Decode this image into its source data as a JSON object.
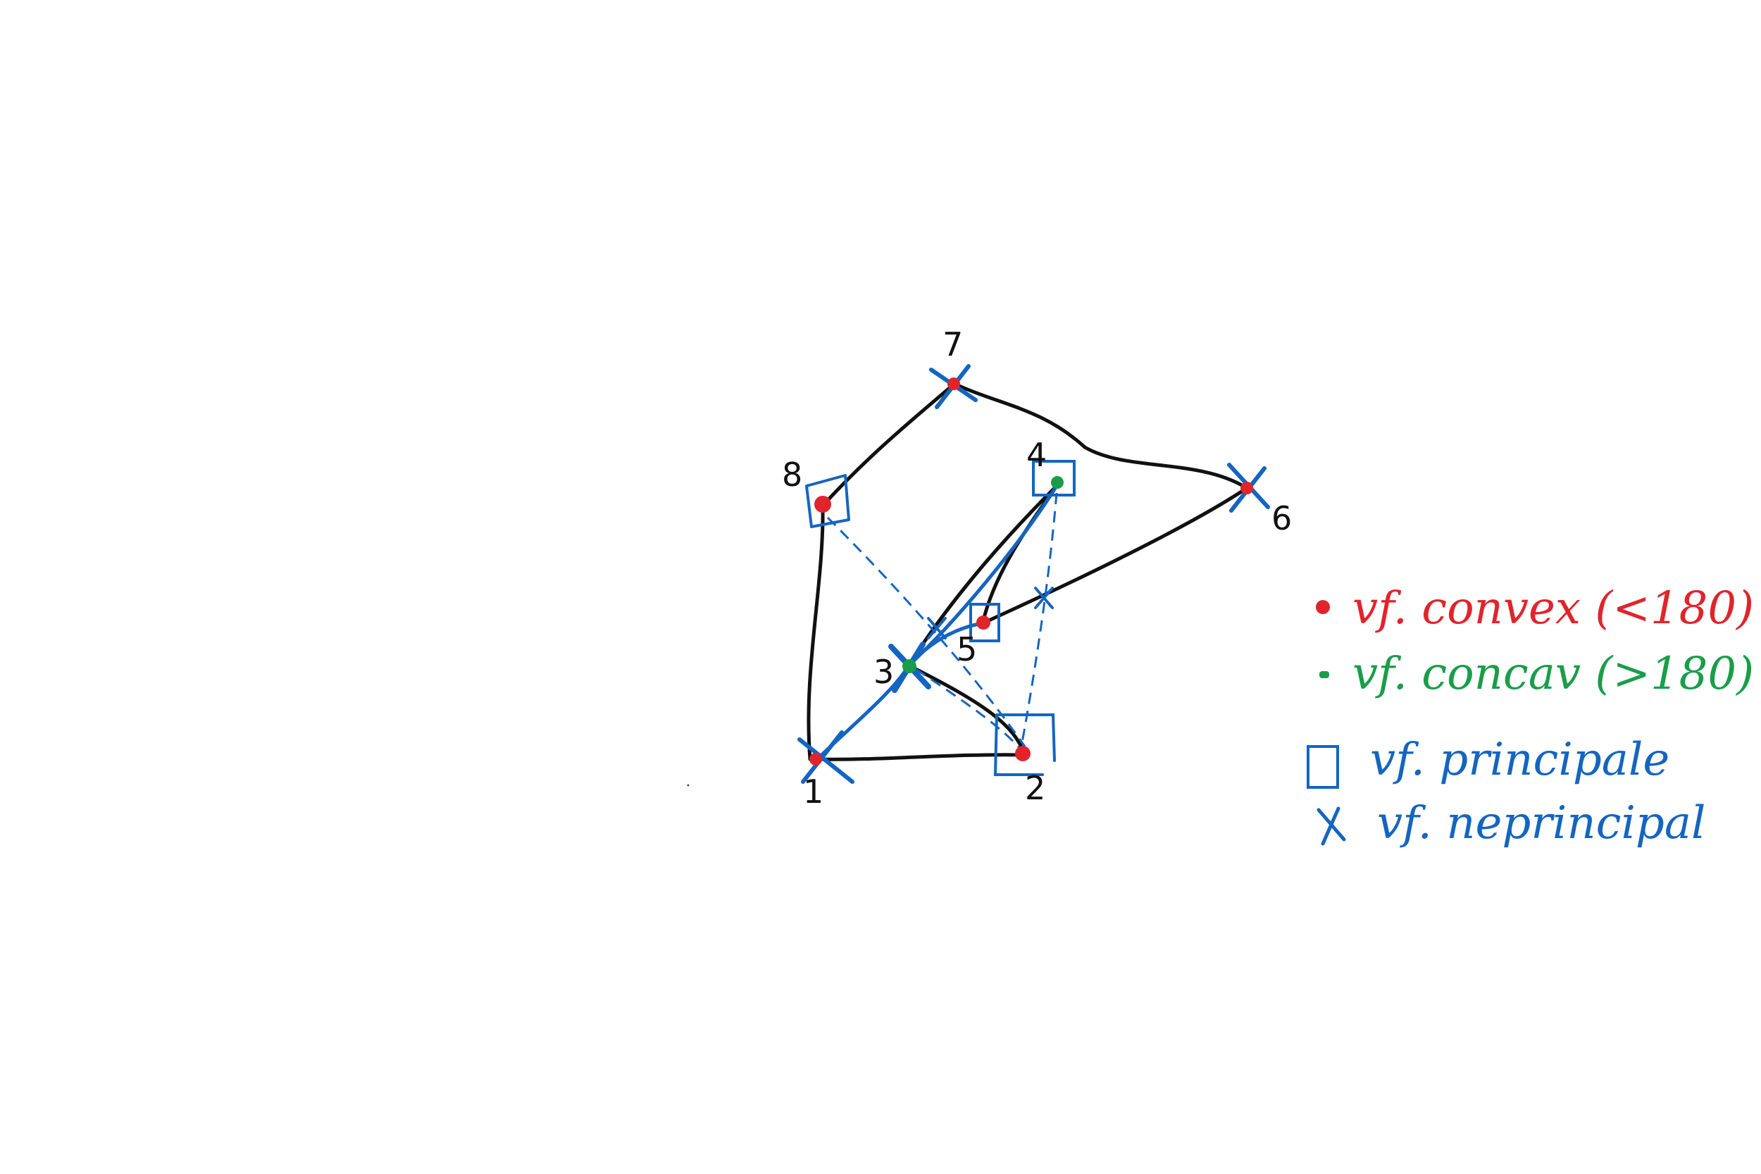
{
  "colors": {
    "edge": "#111111",
    "blue": "#1565c0",
    "convex": "#e0242c",
    "concave": "#1a9d4a"
  },
  "vertices": [
    {
      "id": "1",
      "label": "1",
      "type": "convex",
      "mark": "cross"
    },
    {
      "id": "2",
      "label": "2",
      "type": "convex",
      "mark": "square"
    },
    {
      "id": "3",
      "label": "3",
      "type": "concave",
      "mark": "cross"
    },
    {
      "id": "4",
      "label": "4",
      "type": "concave",
      "mark": "square"
    },
    {
      "id": "5",
      "label": "5",
      "type": "convex",
      "mark": "square"
    },
    {
      "id": "6",
      "label": "6",
      "type": "convex",
      "mark": "cross"
    },
    {
      "id": "7",
      "label": "7",
      "type": "convex",
      "mark": "cross"
    },
    {
      "id": "8",
      "label": "8",
      "type": "convex",
      "mark": "square"
    }
  ],
  "legend": {
    "convex": "vf. convex (<180)",
    "concave": "vf. concav (>180)",
    "principal": "vf. principale",
    "nonprincipal": "vf. neprincipal"
  }
}
